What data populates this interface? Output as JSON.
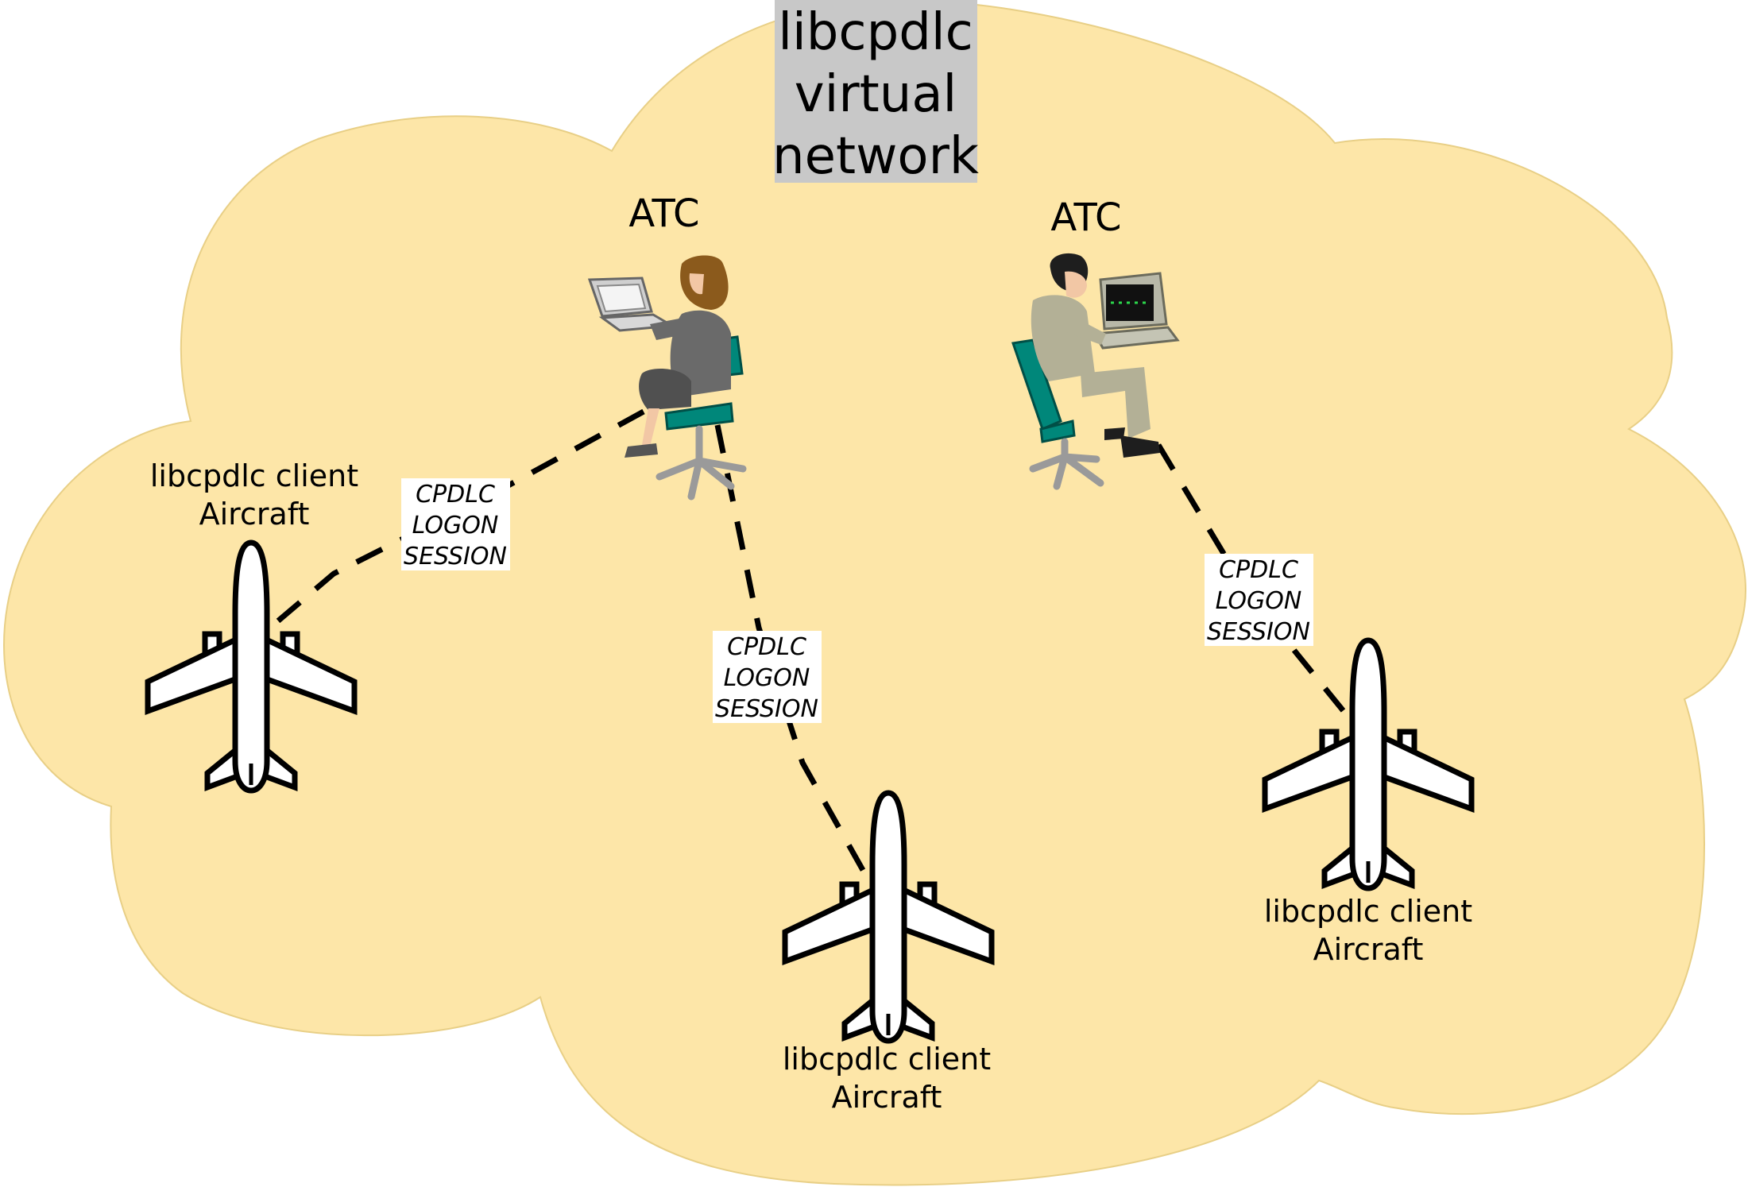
{
  "title": {
    "line1": "libcpdlc",
    "line2": "virtual",
    "line3": "network"
  },
  "atc_left": {
    "label": "ATC"
  },
  "atc_right": {
    "label": "ATC"
  },
  "aircraft_left": {
    "line1": "libcpdlc client",
    "line2": "Aircraft"
  },
  "aircraft_center": {
    "line1": "libcpdlc client",
    "line2": "Aircraft"
  },
  "aircraft_right": {
    "line1": "libcpdlc client",
    "line2": "Aircraft"
  },
  "session_left": {
    "line1": "CPDLC",
    "line2": "LOGON",
    "line3": "SESSION"
  },
  "session_center": {
    "line1": "CPDLC",
    "line2": "LOGON",
    "line3": "SESSION"
  },
  "session_right": {
    "line1": "CPDLC",
    "line2": "LOGON",
    "line3": "SESSION"
  },
  "colors": {
    "cloud": "#fde6a8",
    "cloud_edge": "#e8cf86",
    "title_bg": "#c8c8c8",
    "teal_chair": "#00877a",
    "suit": "#b3b096"
  }
}
